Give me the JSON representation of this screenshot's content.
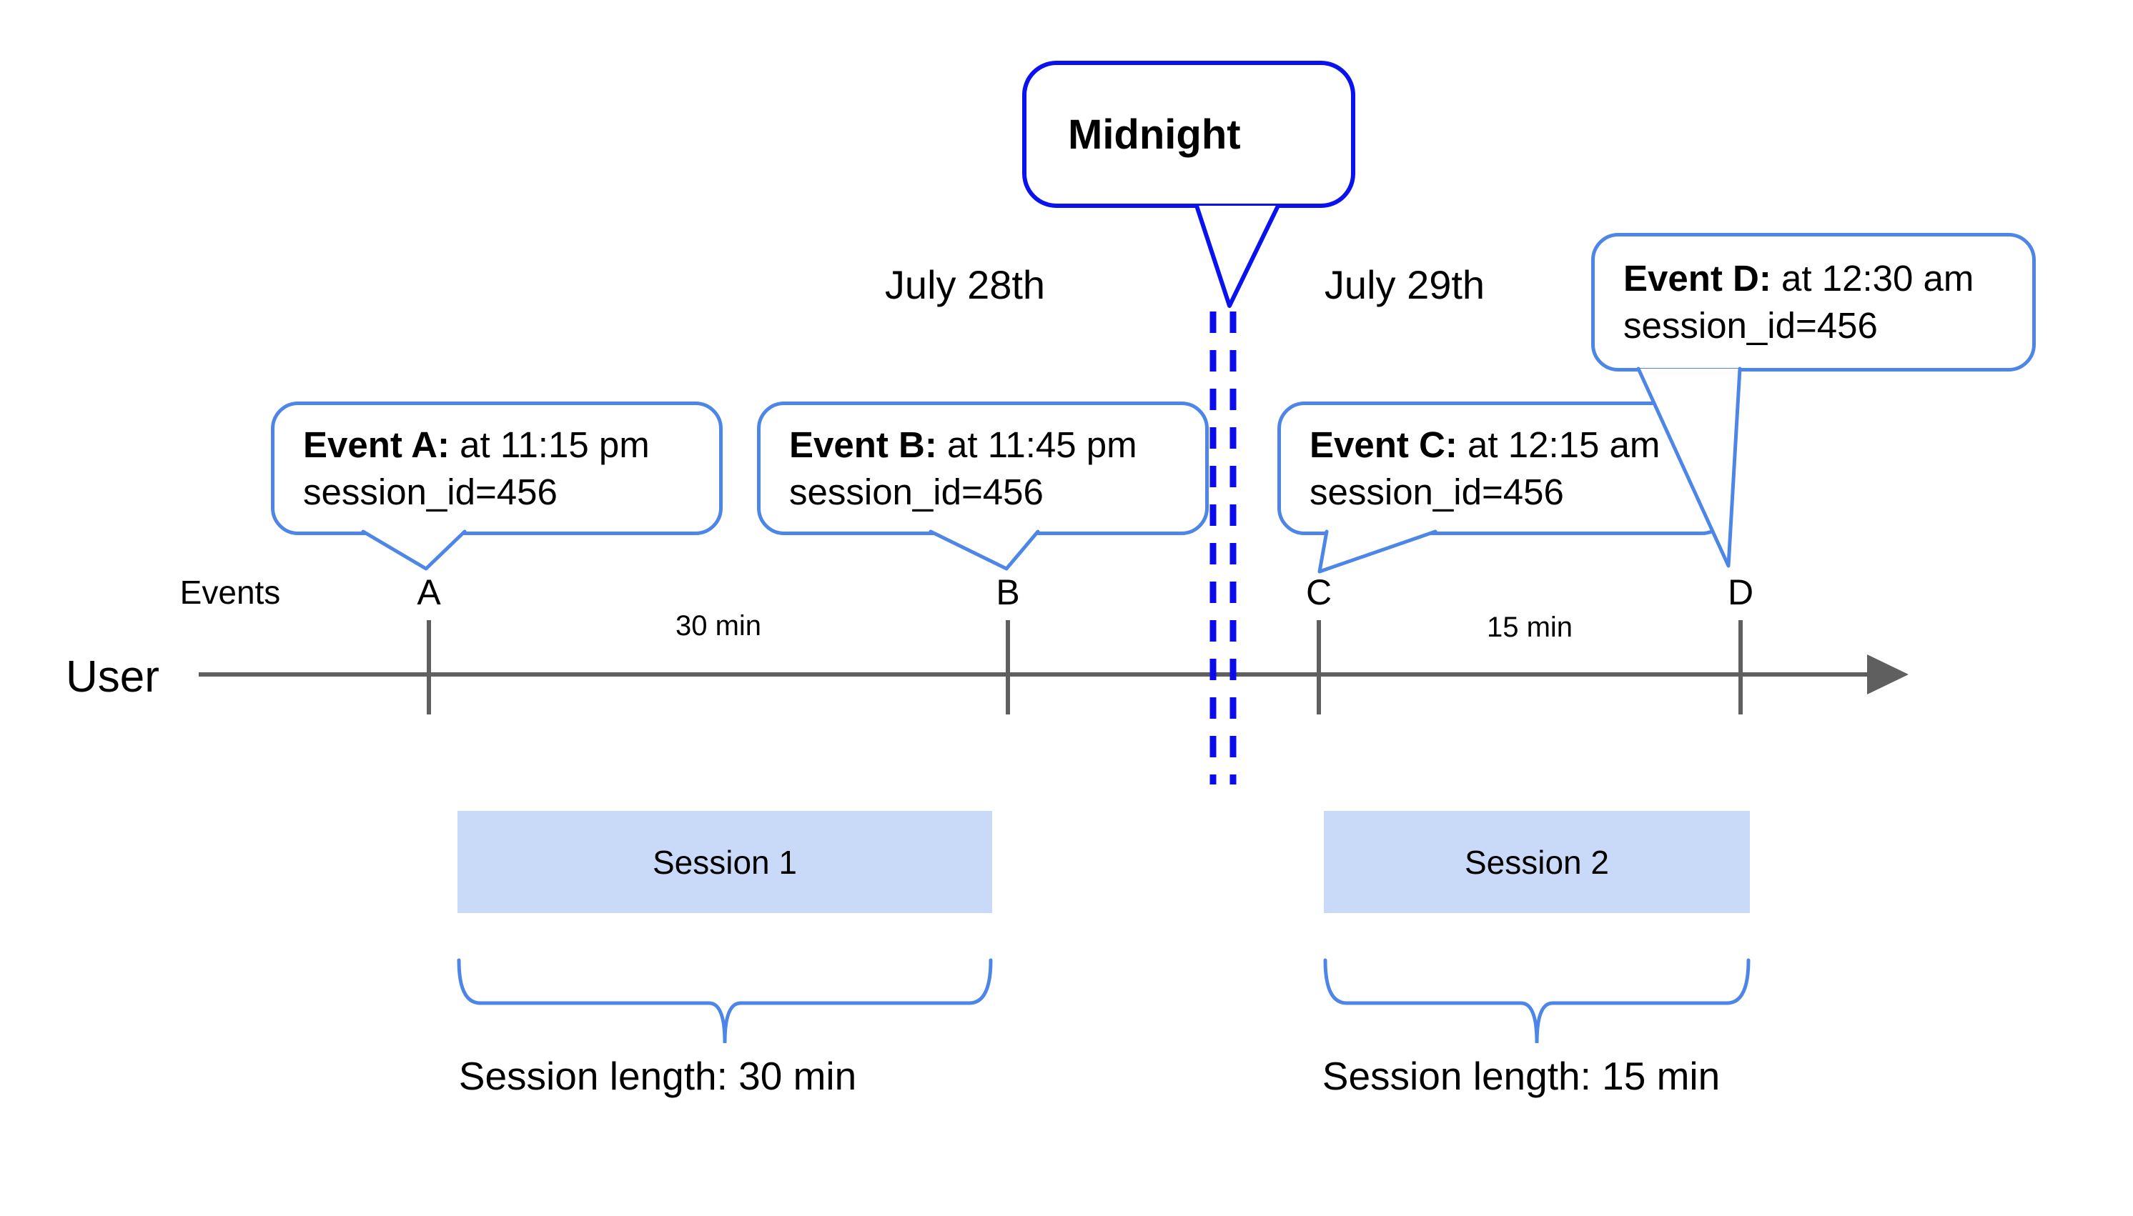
{
  "midnight": {
    "label": "Midnight"
  },
  "dates": {
    "before": "July 28th",
    "after": "July 29th"
  },
  "axis": {
    "events_label": "Events",
    "user_label": "User"
  },
  "events": [
    {
      "letter": "A",
      "name": "Event A:",
      "time": "at 11:15 pm",
      "session": "session_id=456"
    },
    {
      "letter": "B",
      "name": "Event B:",
      "time": "at 11:45 pm",
      "session": "session_id=456"
    },
    {
      "letter": "C",
      "name": "Event C:",
      "time": "at 12:15 am",
      "session": "session_id=456"
    },
    {
      "letter": "D",
      "name": "Event D:",
      "time": "at 12:30 am",
      "session": "session_id=456"
    }
  ],
  "intervals": [
    {
      "label": "30 min"
    },
    {
      "label": "15 min"
    }
  ],
  "sessions": [
    {
      "label": "Session 1",
      "length": "Session length: 30 min"
    },
    {
      "label": "Session 2",
      "length": "Session length: 15 min"
    }
  ],
  "colors": {
    "event_bubble_border": "#4e86e8",
    "midnight_bubble_border": "#0a12f0",
    "midnight_dashed_line": "#0b0bee",
    "timeline": "#5f5f5f",
    "session_fill": "#c9daf8",
    "brace": "#4e86e8",
    "text": "#000000"
  }
}
